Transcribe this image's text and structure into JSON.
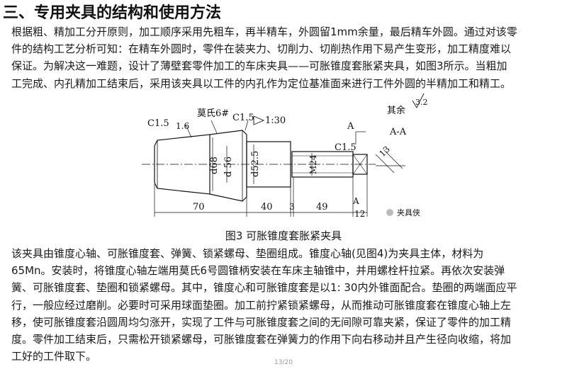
{
  "heading": "三、专用夹具的结构和使用方法",
  "para1_lines": [
    "根据粗、精加工分开原则，加工顺序采用先粗车，再半精车，外圆留1mm余量，最后精车外圆。通过对该零",
    "件的结构工艺分析可知：在精车外圆时，零件在装夹力、切削力、切削热作用下易产生变形，加工精度难以",
    "保证。为解决这一难题，设计了薄壁套零件加工的车床夹具——可胀锥度套胀紧夹具，如图3所示。当粗加",
    "工完成、内孔精加工结束后，采用该夹具以工件的内孔作为定位基准面来进行工件外圆的半精加工和精工。"
  ],
  "figure": {
    "caption": "图3 可胀锥度套胀紧夹具",
    "labels": {
      "c15_left": "C1.5",
      "rough_16": "1.6",
      "morse": "莫氏6#",
      "c15_mid": "C1.5",
      "taper": "1:30",
      "rest": "其余",
      "rest_ra": "3.2",
      "section_a": "A",
      "section_aa": "A-A",
      "c15_right": "C1.5",
      "d68": "d68",
      "d56": "d 56",
      "d525": "d52.5",
      "m24": "M24",
      "chamfer13": "13",
      "dim70": "70",
      "dim40": "40",
      "dim3": "3",
      "dim49": "49",
      "dim12": "12",
      "a_bottom": "A"
    },
    "watermark": "夹具侠"
  },
  "para2_lines": [
    "该夹具由锥度心轴、可胀锥度套、弹簧、锁紧螺母、垫圈组成。锥度心轴(见图4)为夹具主体，材料为",
    "65Mn。安装时，将锥度心轴左端用莫氏6号圆锥柄安装在车床主轴锥中，并用螺栓杆拉紧。再依次安装弹",
    "簧、可胀锥度套、垫圈和锁紧螺母。其中，锥度心和可胀锥度套是以1: 30内外锥面配合。垫圈的两端面应平",
    "行，一般应经过磨削。必要时可采用球面垫圈。加工前拧紧锁紧螺母，从而推动可胀锥度套在锥度心轴上左",
    "移，使可胀锥度套沿圆周均匀涨开，实现了工件与可胀锥度套之间的无间隙可靠夹紧，保证了零件的加工精",
    "度。零件加工结束后，只需松开锁紧螺母，可胀锥度套在弹簧力的作用下向右移动并且产生径向收缩，将加",
    "工好的工件取下。"
  ],
  "page_number": "13/20"
}
